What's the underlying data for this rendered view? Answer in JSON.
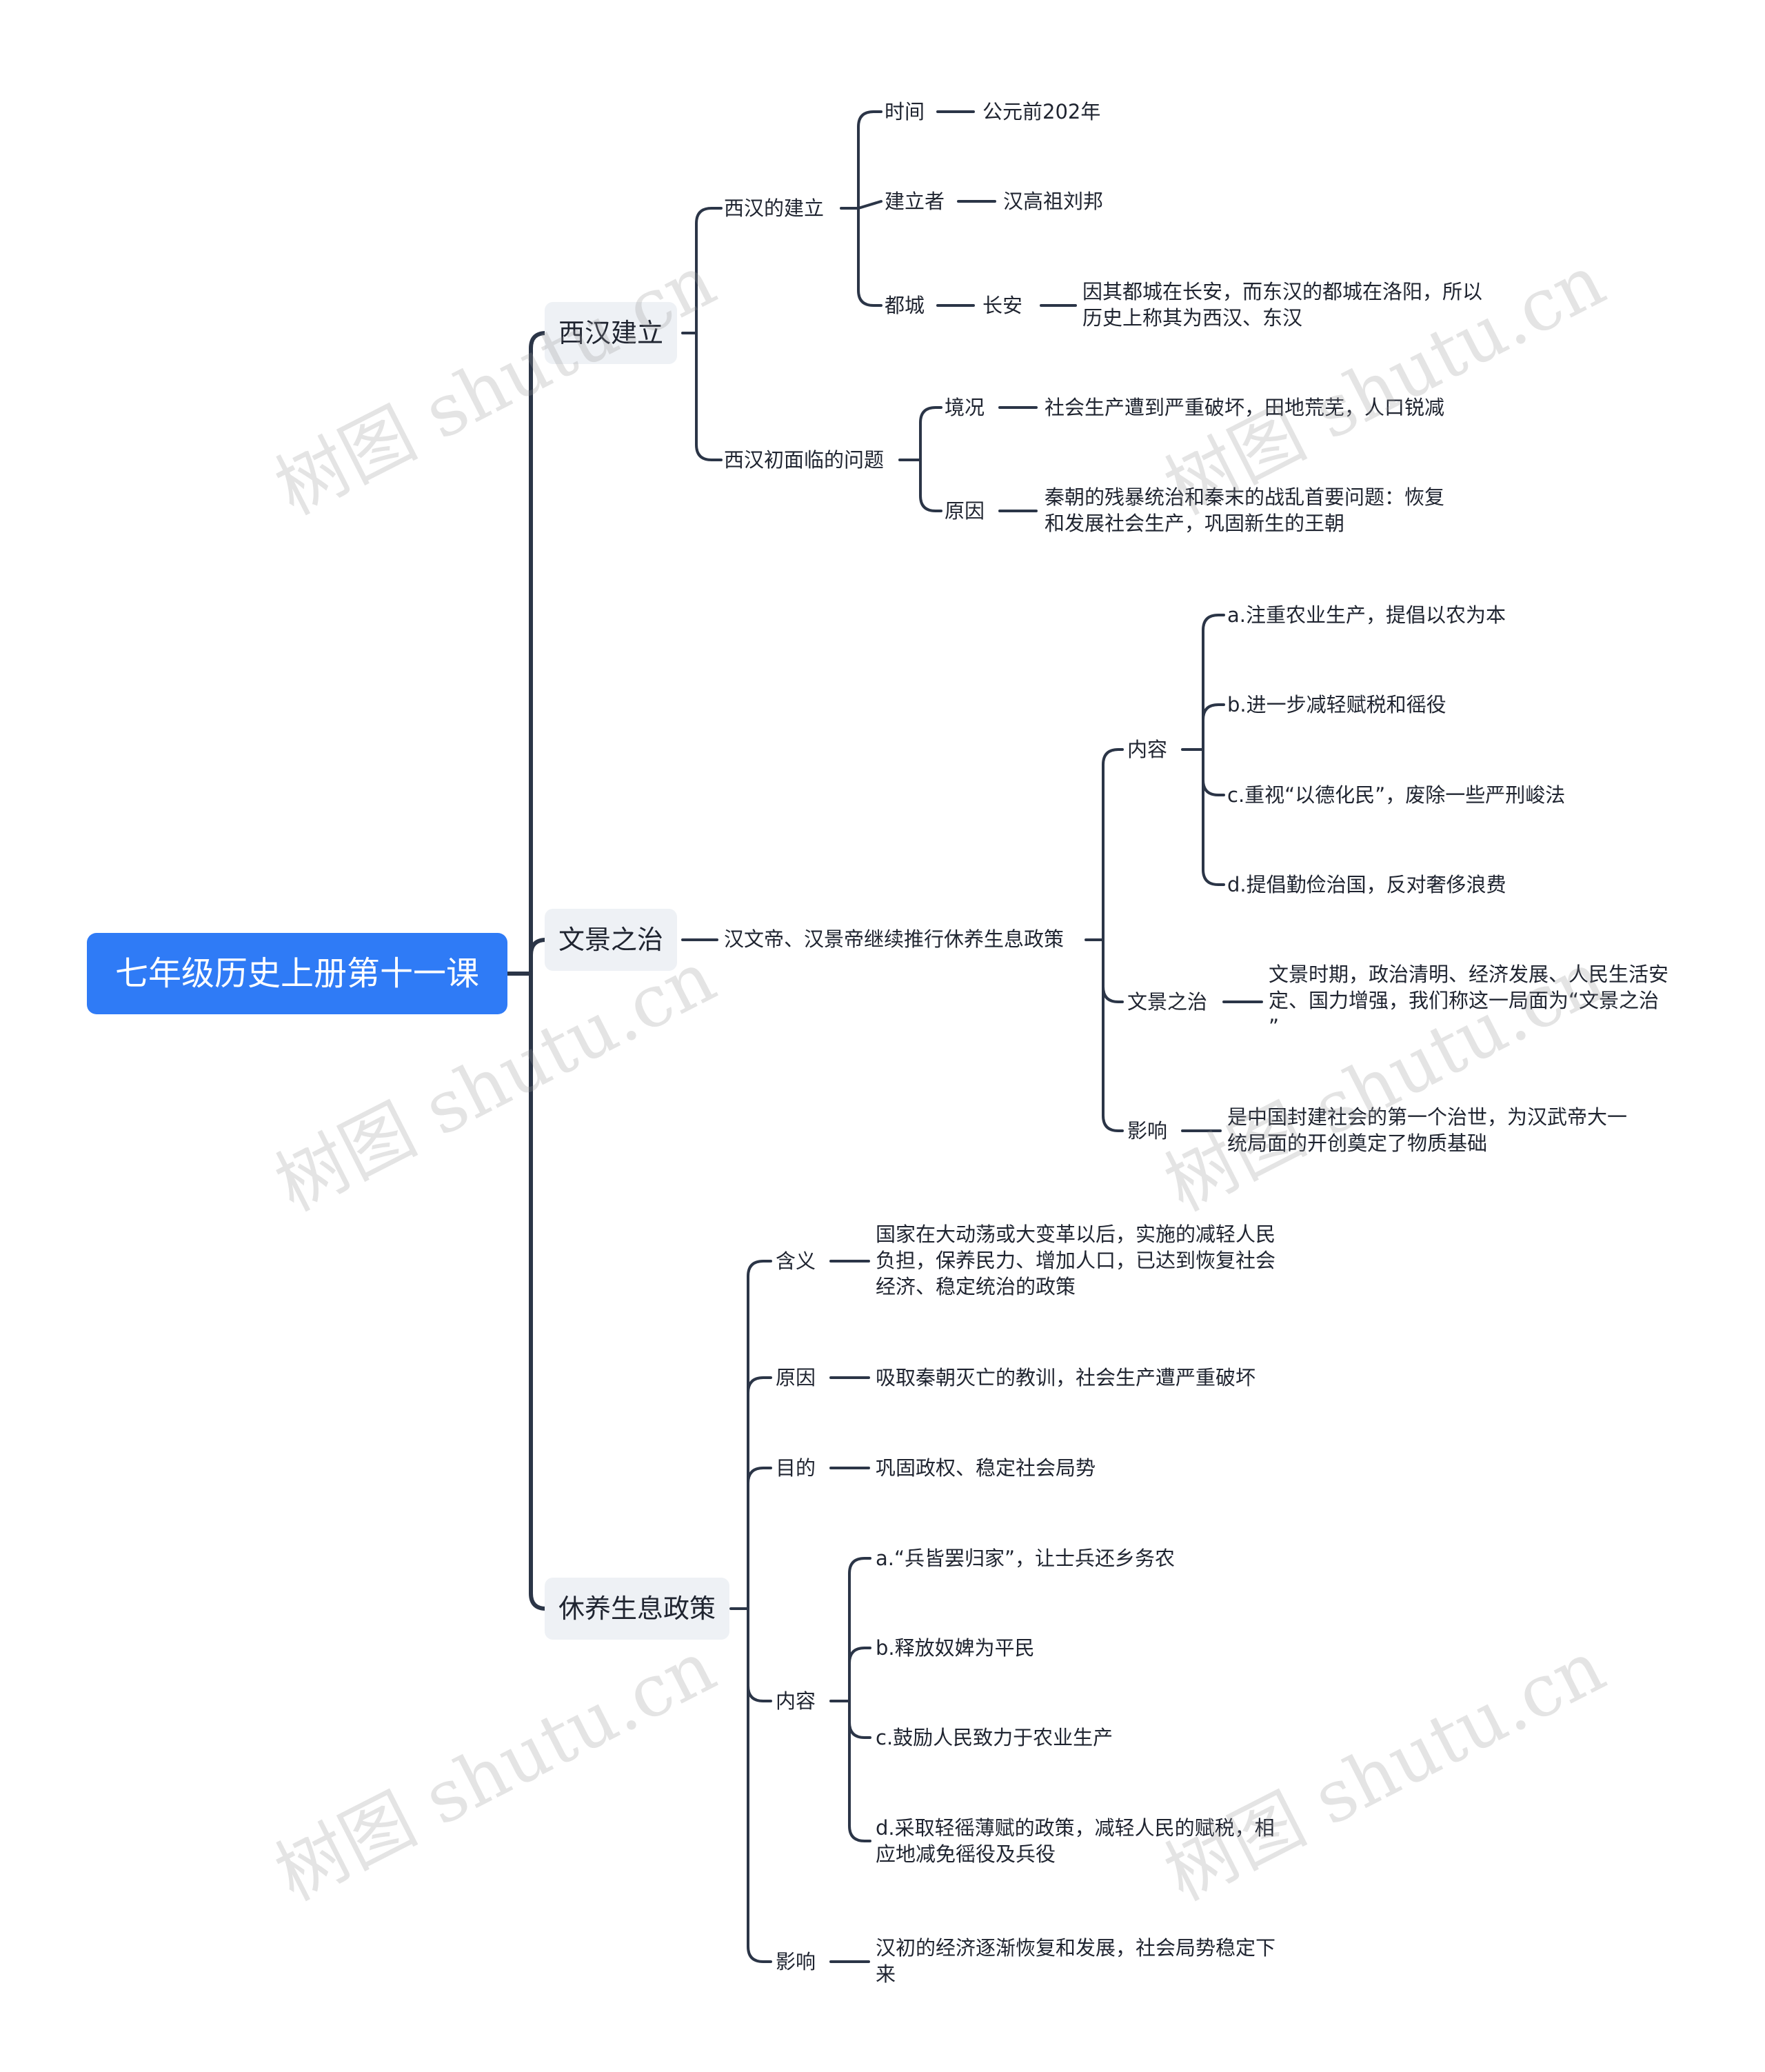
{
  "root": "七年级历史上册第十一课",
  "branches": {
    "b1": {
      "label": "西汉建立",
      "establish": {
        "label": "西汉的建立",
        "time": {
          "label": "时间",
          "value": "公元前202年"
        },
        "founder": {
          "label": "建立者",
          "value": "汉高祖刘邦"
        },
        "capital": {
          "label": "都城",
          "city": "长安",
          "note": [
            "因其都城在长安，而东汉的都城在洛阳，所以",
            "历史上称其为西汉、东汉"
          ]
        }
      },
      "problems": {
        "label": "西汉初面临的问题",
        "situation": {
          "label": "境况",
          "value": "社会生产遭到严重破坏，田地荒芜，人口锐减"
        },
        "cause": {
          "label": "原因",
          "value": [
            "秦朝的残暴统治和秦末的战乱首要问题：恢复",
            "和发展社会生产，巩固新生的王朝"
          ]
        }
      }
    },
    "b2": {
      "label": "文景之治",
      "policy": {
        "label": "汉文帝、汉景帝继续推行休养生息政策",
        "content": {
          "label": "内容",
          "items": [
            "a.注重农业生产，提倡以农为本",
            "b.进一步减轻赋税和徭役",
            "c.重视“以德化民”，废除一些严刑峻法",
            "d.提倡勤俭治国，反对奢侈浪费"
          ]
        },
        "wenjing": {
          "label": "文景之治",
          "value": [
            "文景时期，政治清明、经济发展、人民生活安",
            "定、国力增强，我们称这一局面为“文景之治",
            "”"
          ]
        },
        "impact": {
          "label": "影响",
          "value": [
            "是中国封建社会的第一个治世，为汉武帝大一",
            "统局面的开创奠定了物质基础"
          ]
        }
      }
    },
    "b3": {
      "label": "休养生息政策",
      "meaning": {
        "label": "含义",
        "value": [
          "国家在大动荡或大变革以后，实施的减轻人民",
          "负担，保养民力、增加人口，已达到恢复社会",
          "经济、稳定统治的政策"
        ]
      },
      "reason": {
        "label": "原因",
        "value": "吸取秦朝灭亡的教训，社会生产遭严重破坏"
      },
      "goal": {
        "label": "目的",
        "value": "巩固政权、稳定社会局势"
      },
      "content": {
        "label": "内容",
        "items": [
          [
            "a.“兵皆罢归家”，让士兵还乡务农"
          ],
          [
            "b.释放奴婢为平民"
          ],
          [
            "c.鼓励人民致力于农业生产"
          ],
          [
            "d.采取轻徭薄赋的政策，减轻人民的赋税，相",
            "应地减免徭役及兵役"
          ]
        ]
      },
      "impact": {
        "label": "影响",
        "value": [
          "汉初的经济逐渐恢复和发展，社会局势稳定下",
          "来"
        ]
      }
    }
  },
  "watermark": "树图 shutu.cn",
  "colors": {
    "root_bg": "#2f7bf6",
    "branch_bg": "#eef1f5",
    "line": "#2b3547",
    "text": "#1f2430"
  }
}
